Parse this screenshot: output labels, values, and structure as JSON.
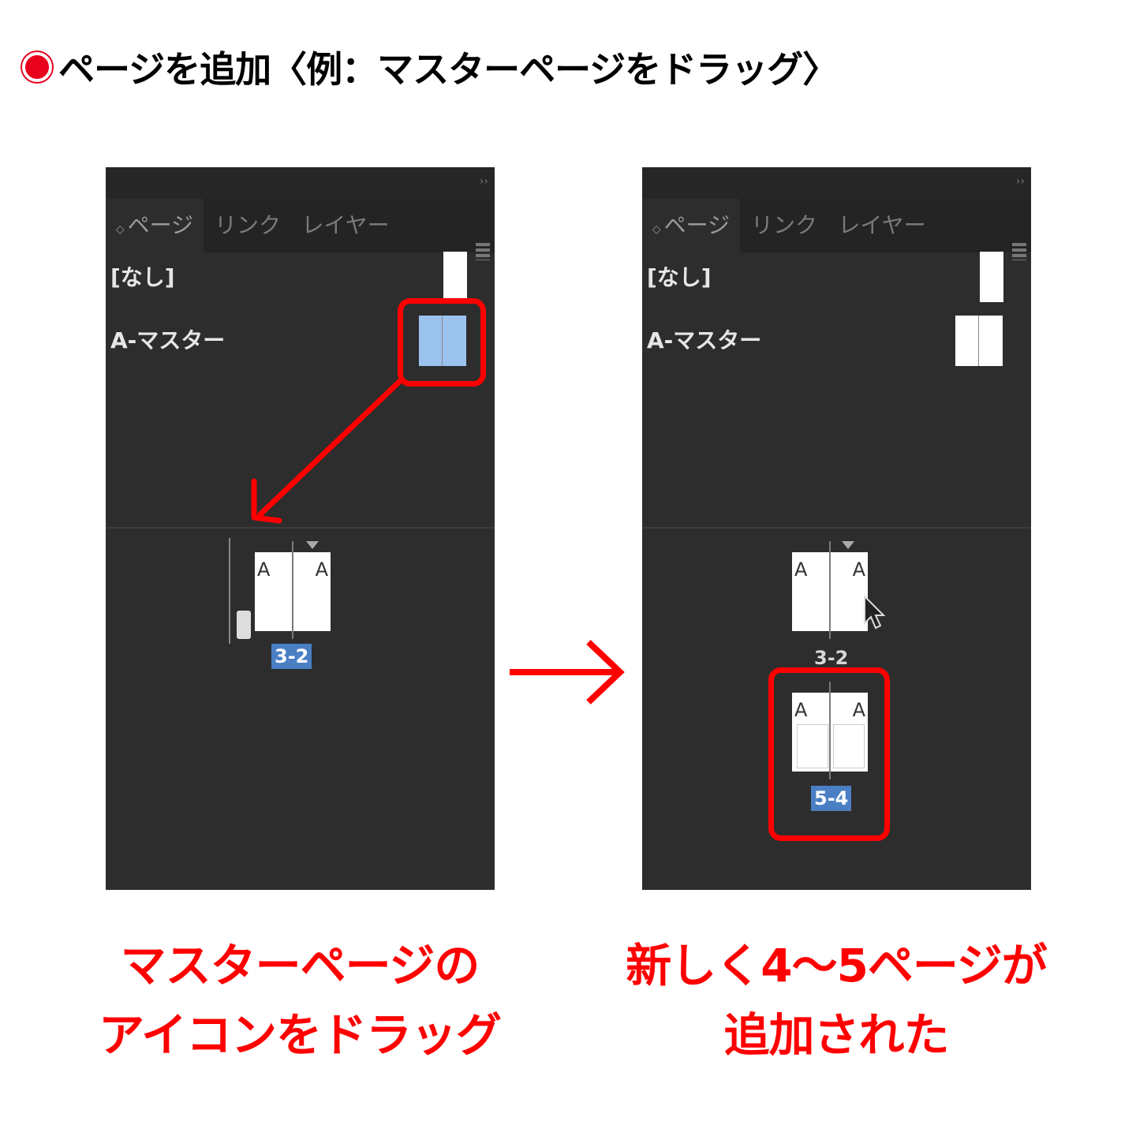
{
  "heading": "ページを追加〈例：マスターページをドラッグ〉",
  "panel_tabs": {
    "pages": "ページ",
    "links": "リンク",
    "layers": "レイヤー"
  },
  "masters": {
    "none": "[なし]",
    "a_master": "A-マスター"
  },
  "left_panel": {
    "spread": {
      "left_label": "A",
      "right_label": "A",
      "number": "3-2"
    }
  },
  "right_panel": {
    "spread_existing": {
      "left_label": "A",
      "right_label": "A",
      "number": "3-2"
    },
    "spread_new": {
      "left_label": "A",
      "right_label": "A",
      "number": "5-4"
    }
  },
  "captions": {
    "left_line1": "マスターページの",
    "left_line2": "アイコンをドラッグ",
    "right_line1": "新しく4～5ページが",
    "right_line2": "追加された"
  },
  "colors": {
    "accent_red": "#ff0000",
    "panel_bg": "#2d2d2d",
    "selected_blue": "#9cc3ee",
    "page_number_blue": "#4a7fc4"
  },
  "icons": [
    "panel-menu-icon",
    "collapse-icon",
    "red-bullet-icon",
    "arrow-icon",
    "mouse-cursor-icon",
    "drag-hand-icon"
  ]
}
